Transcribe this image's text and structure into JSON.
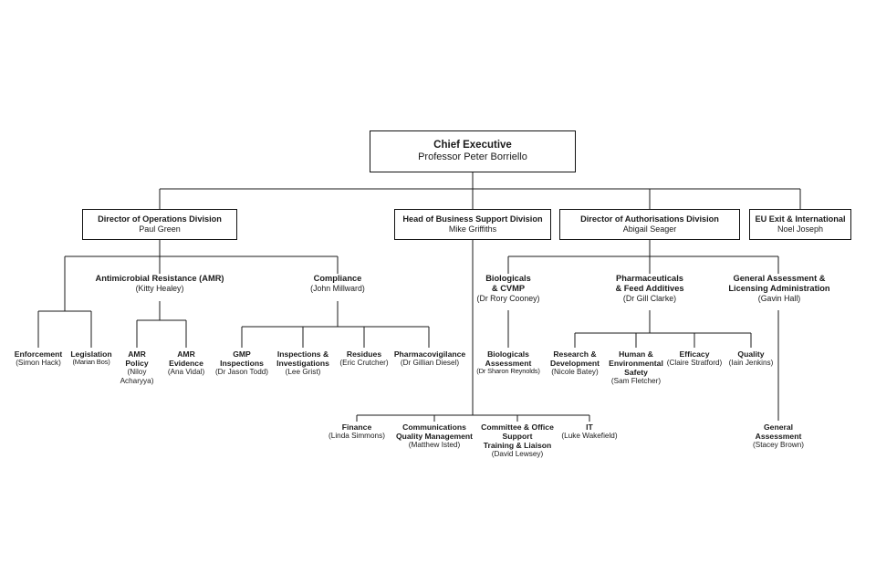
{
  "chart_data": {
    "type": "diagram",
    "subtype": "organisation-chart",
    "title": "",
    "orientation": "top-down",
    "levels": 5,
    "nodes": [
      {
        "id": "chief-executive",
        "title": "Chief Executive",
        "person": "Professor Peter Borriello",
        "level": 0,
        "boxed": true,
        "parent": null
      },
      {
        "id": "operations-division",
        "title": "Director of Operations Division",
        "person": "Paul Green",
        "level": 1,
        "boxed": true,
        "parent": "chief-executive"
      },
      {
        "id": "business-support-division",
        "title": "Head of Business Support Division",
        "person": "Mike Griffiths",
        "level": 1,
        "boxed": true,
        "parent": "chief-executive"
      },
      {
        "id": "authorisations-division",
        "title": "Director of Authorisations Division",
        "person": "Abigail Seager",
        "level": 1,
        "boxed": true,
        "parent": "chief-executive"
      },
      {
        "id": "eu-exit-international",
        "title": "EU Exit & International",
        "person": "Noel Joseph",
        "level": 1,
        "boxed": true,
        "parent": "chief-executive"
      },
      {
        "id": "amr",
        "title": "Antimicrobial Resistance (AMR)",
        "person": "(Kitty Healey)",
        "level": 2,
        "boxed": false,
        "parent": "operations-division"
      },
      {
        "id": "compliance",
        "title": "Compliance",
        "person": "(John Millward)",
        "level": 2,
        "boxed": false,
        "parent": "operations-division"
      },
      {
        "id": "biologicals-cvmp",
        "title": "Biologicals\n& CVMP",
        "person": "(Dr Rory Cooney)",
        "level": 2,
        "boxed": false,
        "parent": "authorisations-division"
      },
      {
        "id": "pharmaceuticals-feed-additives",
        "title": "Pharmaceuticals\n& Feed Additives",
        "person": "(Dr Gill Clarke)",
        "level": 2,
        "boxed": false,
        "parent": "authorisations-division"
      },
      {
        "id": "general-assessment-licensing",
        "title": "General Assessment  &\nLicensing Administration",
        "person": "(Gavin Hall)",
        "level": 2,
        "boxed": false,
        "parent": "authorisations-division"
      },
      {
        "id": "enforcement",
        "title": "Enforcement",
        "person": "(Simon Hack)",
        "level": 3,
        "boxed": false,
        "parent": "operations-division"
      },
      {
        "id": "legislation",
        "title": "Legislation",
        "person": "(Marian Bos)",
        "level": 3,
        "boxed": false,
        "parent": "operations-division"
      },
      {
        "id": "amr-policy",
        "title": "AMR\nPolicy",
        "person": "(Niloy\nAcharyya)",
        "level": 3,
        "boxed": false,
        "parent": "amr"
      },
      {
        "id": "amr-evidence",
        "title": "AMR\nEvidence",
        "person": "(Ana Vidal)",
        "level": 3,
        "boxed": false,
        "parent": "amr"
      },
      {
        "id": "gmp-inspections",
        "title": "GMP\nInspections",
        "person": "(Dr Jason Todd)",
        "level": 3,
        "boxed": false,
        "parent": "compliance"
      },
      {
        "id": "inspections-investigations",
        "title": "Inspections &\nInvestigations",
        "person": "(Lee Grist)",
        "level": 3,
        "boxed": false,
        "parent": "compliance"
      },
      {
        "id": "residues",
        "title": "Residues",
        "person": "(Eric Crutcher)",
        "level": 3,
        "boxed": false,
        "parent": "compliance"
      },
      {
        "id": "pharmacovigilance",
        "title": "Pharmacovigilance",
        "person": "(Dr Gillian Diesel)",
        "level": 3,
        "boxed": false,
        "parent": "compliance"
      },
      {
        "id": "biologicals-assessment",
        "title": "Biologicals\nAssessment",
        "person": "(Dr Sharon Reynolds)",
        "level": 3,
        "boxed": false,
        "parent": "biologicals-cvmp"
      },
      {
        "id": "research-development",
        "title": "Research &\nDevelopment",
        "person": "(Nicole Batey)",
        "level": 3,
        "boxed": false,
        "parent": "pharmaceuticals-feed-additives"
      },
      {
        "id": "human-environmental-safety",
        "title": "Human &\nEnvironmental\nSafety",
        "person": "(Sam Fletcher)",
        "level": 3,
        "boxed": false,
        "parent": "pharmaceuticals-feed-additives"
      },
      {
        "id": "efficacy",
        "title": "Efficacy",
        "person": "(Claire Stratford)",
        "level": 3,
        "boxed": false,
        "parent": "pharmaceuticals-feed-additives"
      },
      {
        "id": "quality",
        "title": "Quality",
        "person": "(Iain Jenkins)",
        "level": 3,
        "boxed": false,
        "parent": "pharmaceuticals-feed-additives"
      },
      {
        "id": "finance",
        "title": "Finance",
        "person": "(Linda Simmons)",
        "level": 4,
        "boxed": false,
        "parent": "business-support-division"
      },
      {
        "id": "communications-quality-management",
        "title": "Communications\nQuality Management",
        "person": "(Matthew Isted)",
        "level": 4,
        "boxed": false,
        "parent": "business-support-division"
      },
      {
        "id": "committee-office-support",
        "title": "Committee & Office\nSupport\nTraining & Liaison",
        "person": "(David Lewsey)",
        "level": 4,
        "boxed": false,
        "parent": "business-support-division"
      },
      {
        "id": "it",
        "title": "IT",
        "person": "(Luke Wakefield)",
        "level": 4,
        "boxed": false,
        "parent": "business-support-division"
      },
      {
        "id": "general-assessment",
        "title": "General\nAssessment",
        "person": "(Stacey Brown)",
        "level": 4,
        "boxed": false,
        "parent": "general-assessment-licensing"
      }
    ],
    "colors": {
      "background": "#ffffff",
      "box_border": "#111111",
      "connector": "#1a1a1a",
      "text": "#1a1a1a"
    }
  }
}
